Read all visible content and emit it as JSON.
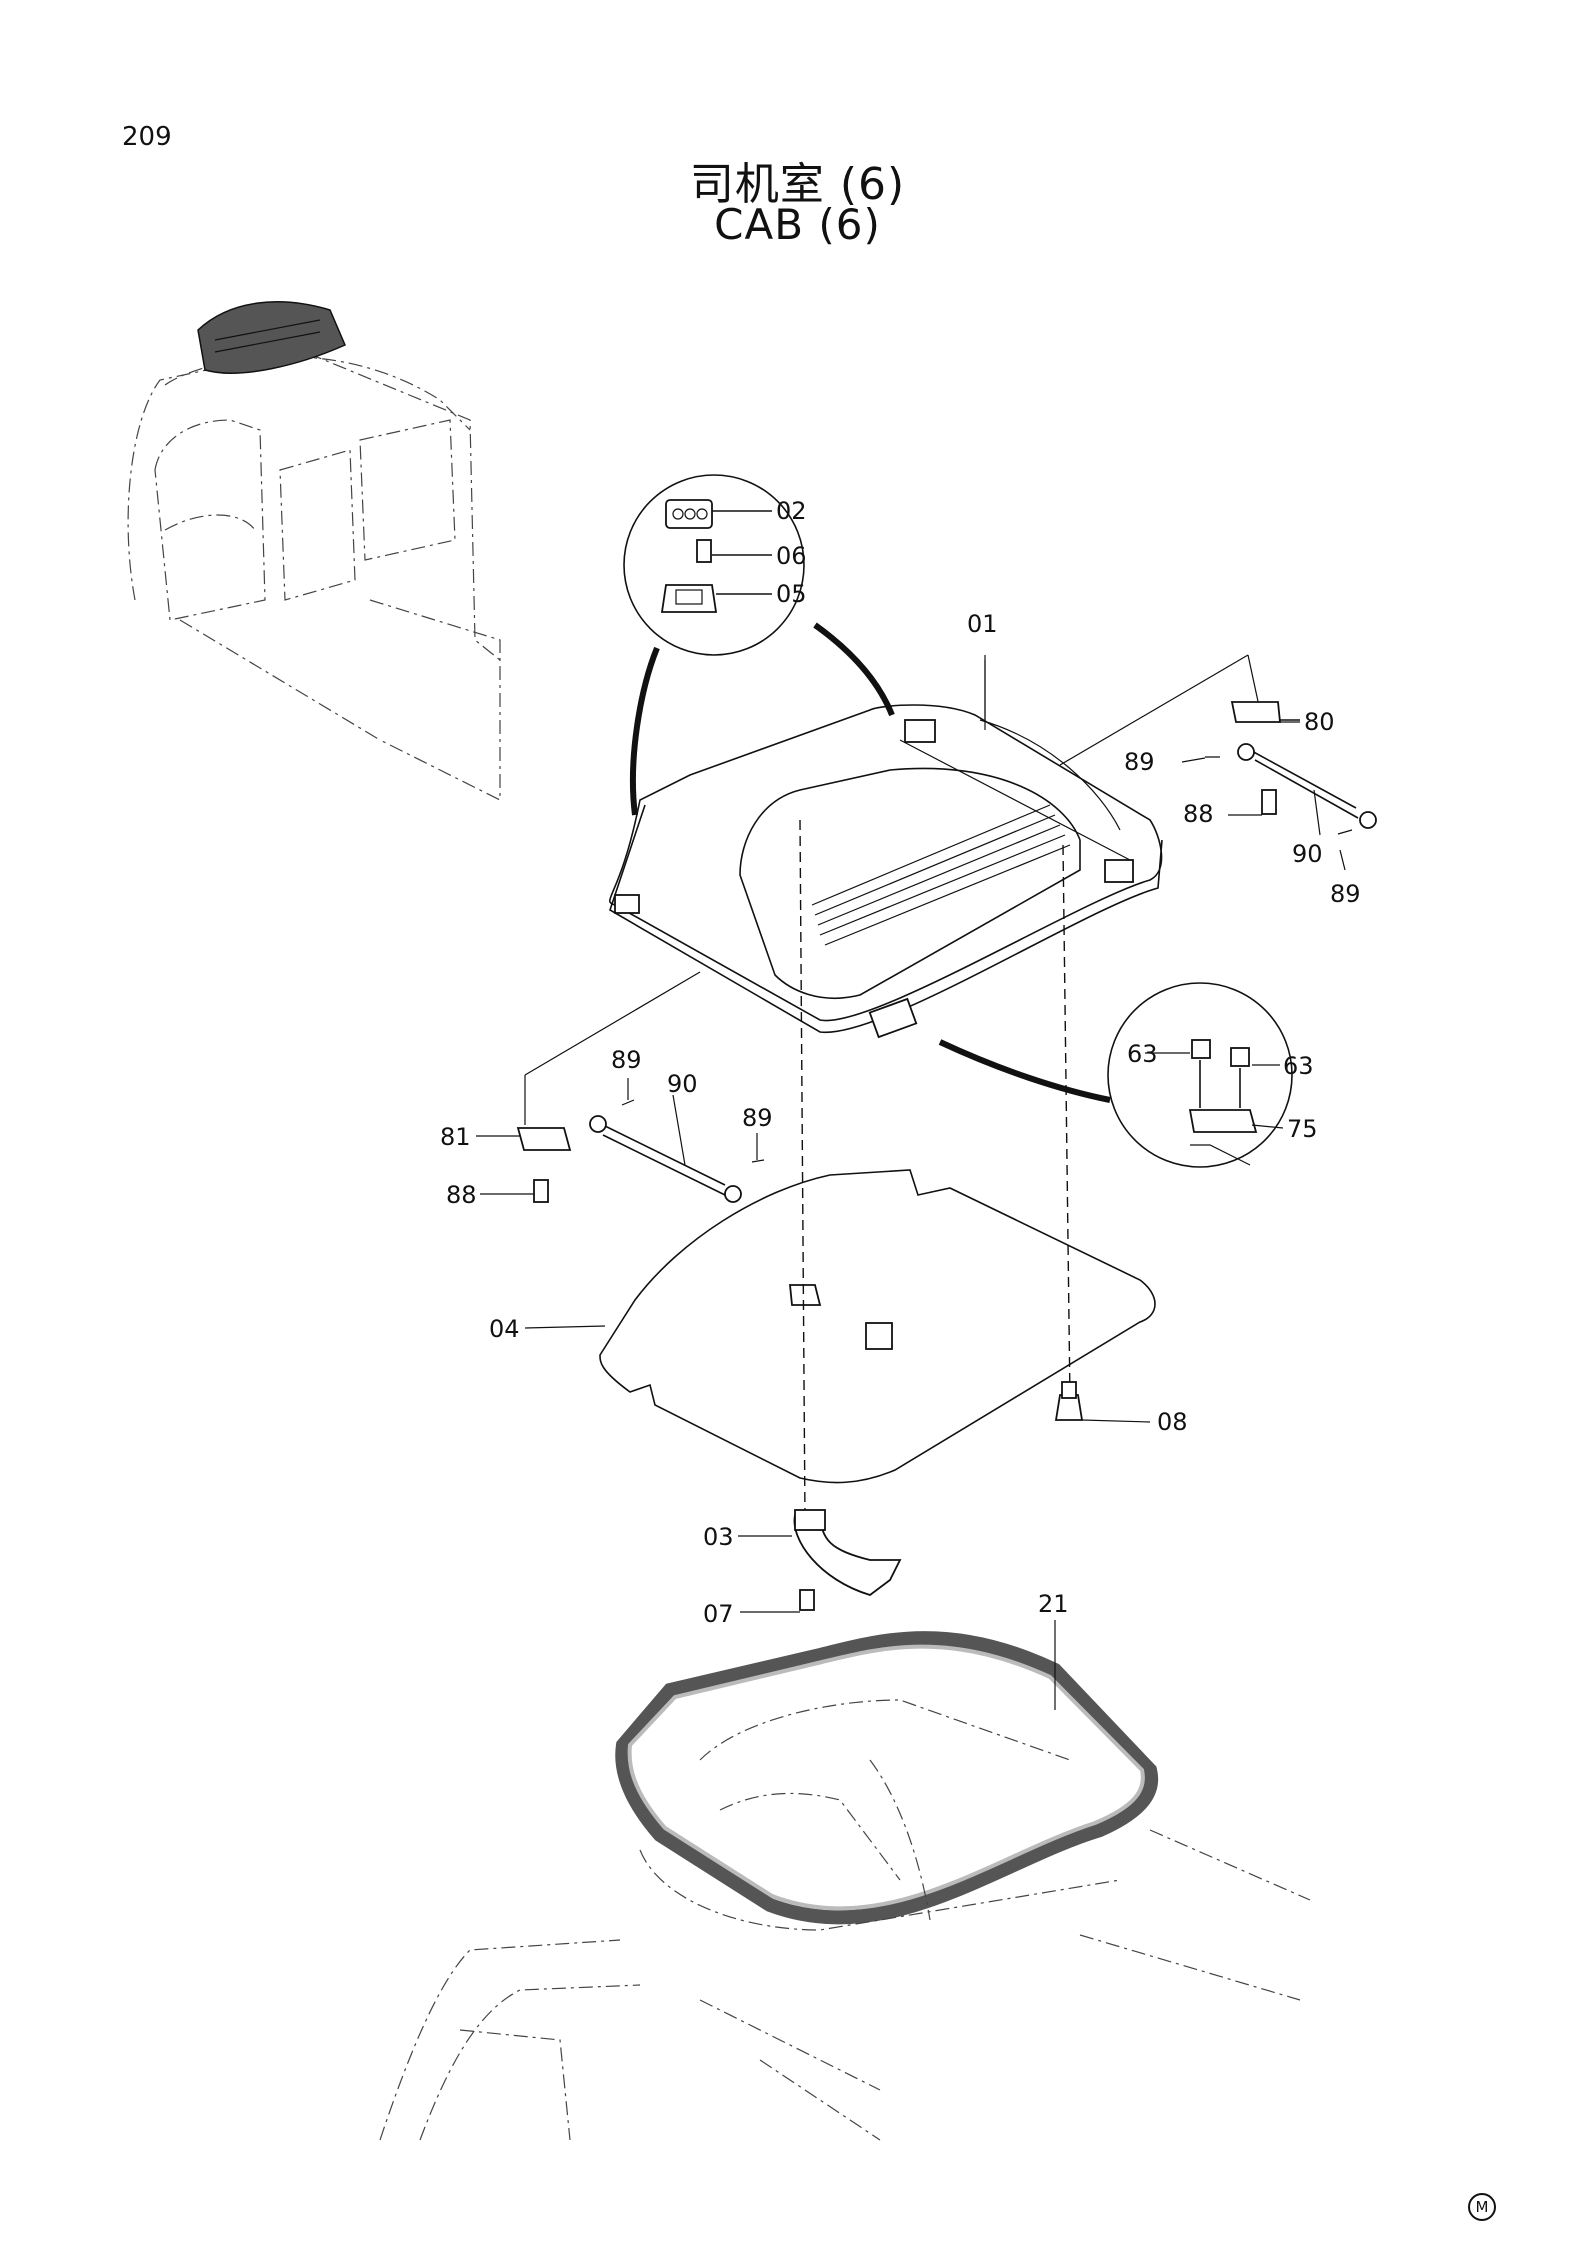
{
  "page_number": "209",
  "title_cn": "司机室 (6)",
  "title_en": "CAB (6)",
  "mark": "M",
  "callouts": [
    "02",
    "06",
    "05",
    "01",
    "80",
    "89",
    "88",
    "90",
    "89",
    "63",
    "63",
    "75",
    "89",
    "90",
    "89",
    "81",
    "88",
    "04",
    "08",
    "03",
    "07",
    "21"
  ]
}
